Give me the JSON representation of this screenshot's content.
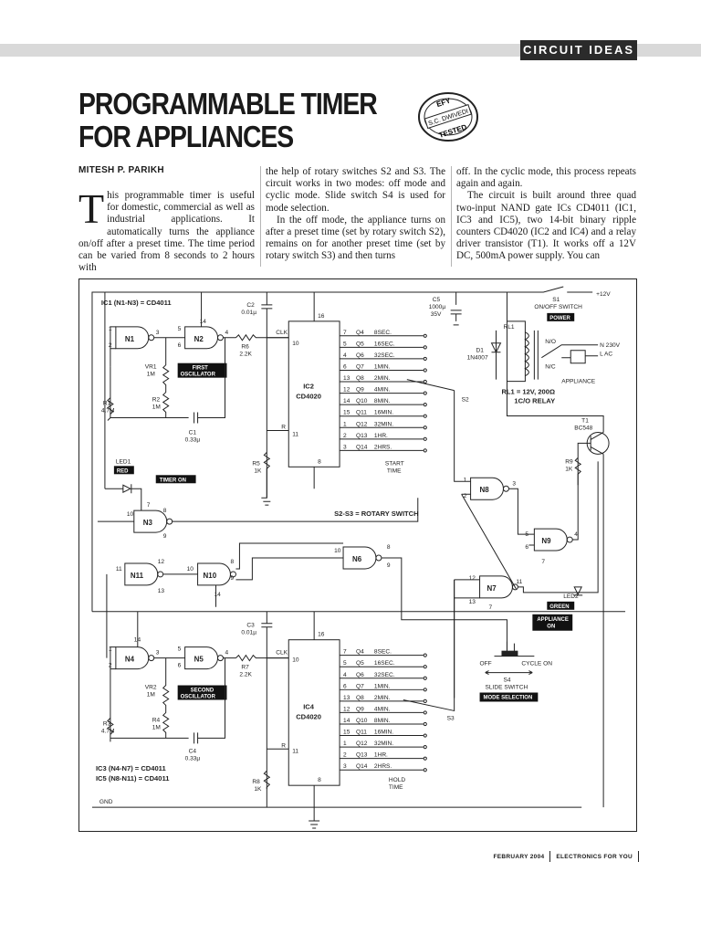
{
  "header": {
    "section": "CIRCUIT IDEAS"
  },
  "article": {
    "title_line1": "PROGRAMMABLE TIMER",
    "title_line2": "FOR APPLIANCES",
    "stamp": {
      "top": "EFY",
      "middle": "S.C. DWIVEDI",
      "bottom": "TESTED"
    },
    "author": "MITESH P. PARIKH",
    "dropcap": "T",
    "col1_p1": "his programmable timer is useful for domestic, commercial as well as industrial applications. It automatically turns the appliance on/off after a preset time. The time period can be varied from 8 seconds to 2 hours with",
    "col2_p1": "the help of rotary switches S2 and S3. The circuit works in two modes: off mode and cyclic mode. Slide switch S4 is used for mode selection.",
    "col2_p2": "In the off mode, the appliance turns on after a preset time (set by rotary switch S2), remains on for another preset time (set by rotary switch S3) and then turns",
    "col3_p1": "off. In the cyclic mode, this process repeats again and again.",
    "col3_p2": "The circuit is built around three quad two-input NAND gate ICs CD4011 (IC1, IC3 and IC5), two 14-bit binary ripple counters CD4020 (IC2 and IC4) and a relay driver transistor (T1). It works off a 12V DC, 500mA power supply. You can"
  },
  "diagram": {
    "ic1_label": "IC1 (N1-N3) = CD4011",
    "ic3_label": "IC3 (N4-N7) = CD4011",
    "ic5_label": "IC5 (N8-N11) = CD4011",
    "gates": [
      "N1",
      "N2",
      "N3",
      "N4",
      "N5",
      "N6",
      "N7",
      "N8",
      "N9",
      "N10",
      "N11"
    ],
    "ic2_name": "IC2",
    "ic2_part": "CD4020",
    "ic4_name": "IC4",
    "ic4_part": "CD4020",
    "outputs": [
      {
        "pin": "7",
        "q": "Q4",
        "t": "8SEC."
      },
      {
        "pin": "5",
        "q": "Q5",
        "t": "16SEC."
      },
      {
        "pin": "4",
        "q": "Q6",
        "t": "32SEC."
      },
      {
        "pin": "6",
        "q": "Q7",
        "t": "1MIN."
      },
      {
        "pin": "13",
        "q": "Q8",
        "t": "2MIN."
      },
      {
        "pin": "12",
        "q": "Q9",
        "t": "4MIN."
      },
      {
        "pin": "14",
        "q": "Q10",
        "t": "8MIN."
      },
      {
        "pin": "15",
        "q": "Q11",
        "t": "16MIN."
      },
      {
        "pin": "1",
        "q": "Q12",
        "t": "32MIN."
      },
      {
        "pin": "2",
        "q": "Q13",
        "t": "1HR."
      },
      {
        "pin": "3",
        "q": "Q14",
        "t": "2HRS."
      }
    ],
    "start_time": [
      "START",
      "TIME"
    ],
    "hold_time": [
      "HOLD",
      "TIME"
    ],
    "first_osc": [
      "FIRST",
      "OSCILLATOR"
    ],
    "second_osc": [
      "SECOND",
      "OSCILLATOR"
    ],
    "timer_on": "TIMER ON",
    "red": "RED",
    "led1": "LED1",
    "green": "GREEN",
    "led2": "LED2",
    "appliance_on": [
      "APPLIANCE",
      "ON"
    ],
    "power": "POWER",
    "s1": "S1",
    "s1_desc": "ON/OFF SWITCH",
    "v12": "+12V",
    "c5": [
      "C5",
      "1000µ",
      "35V"
    ],
    "c2": [
      "C2",
      "0.01µ"
    ],
    "c3": [
      "C3",
      "0.01µ"
    ],
    "c1": [
      "C1",
      "0.33µ"
    ],
    "c4": [
      "C4",
      "0.33µ"
    ],
    "r6": [
      "R6",
      "2.2K"
    ],
    "r7": [
      "R7",
      "2.2K"
    ],
    "r1": [
      "R1",
      "4.7M"
    ],
    "r3": [
      "R3",
      "4.7M"
    ],
    "r2": [
      "R2",
      "1M"
    ],
    "r4": [
      "R4",
      "1M"
    ],
    "vr1": [
      "VR1",
      "1M"
    ],
    "vr2": [
      "VR2",
      "1M"
    ],
    "r5": [
      "R5",
      "1K"
    ],
    "r8": [
      "R8",
      "1K"
    ],
    "r9": [
      "R9",
      "1K"
    ],
    "d1": [
      "D1",
      "1N4007"
    ],
    "rl1": "RL1",
    "rl1_spec": [
      "RL1 = 12V, 200Ω",
      "1C/O RELAY"
    ],
    "no": "N/O",
    "nc": "N/C",
    "mains": [
      "N 230V",
      "L   AC"
    ],
    "appliance": "APPLIANCE",
    "t1": [
      "T1",
      "BC548"
    ],
    "s2": "S2",
    "s3": "S3",
    "s2s3": "S2-S3 = ROTARY SWITCH",
    "s4": [
      "S4",
      "SLIDE SWITCH"
    ],
    "mode_sel": "MODE SELECTION",
    "off": "OFF",
    "cycle_on": "CYCLE ON",
    "clk": "CLK",
    "r_pin": "R",
    "gnd": "GND",
    "pin16": "16",
    "pin10": "10",
    "pin11": "11",
    "pin8": "8"
  },
  "footer": {
    "date": "FEBRUARY 2004",
    "magazine": "ELECTRONICS FOR YOU"
  }
}
